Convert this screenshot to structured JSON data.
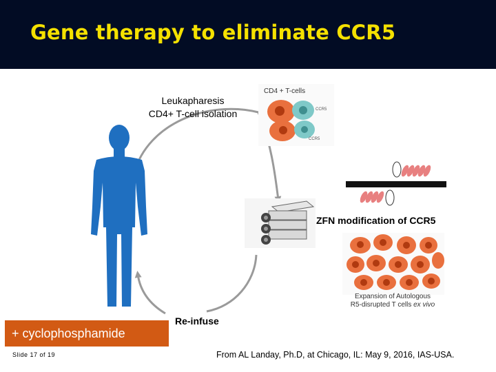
{
  "title": "Gene therapy to eliminate CCR5",
  "steps": {
    "leukapheresis_line1": "Leukapharesis",
    "leukapheresis_line2": "CD4+ T-cell isolation",
    "zfn": "ZFN modification of CCR5",
    "reinfuse": "Re-infuse"
  },
  "images": {
    "cd4_label": "CD4 + T-cells",
    "ccr5_small_1": "CCR5",
    "ccr5_small_2": "CCR5",
    "expansion_line1": "Expansion of Autologous",
    "expansion_line2_a": "R5-disrupted T cells ",
    "expansion_line2_b": "ex vivo"
  },
  "pretreatment": "+ cyclophosphamide",
  "slide_number": "Slide 17 of 19",
  "source": "From AL Landay, Ph.D, at Chicago, IL: May 9, 2016, IAS-USA.",
  "colors": {
    "header_bg": "#020c24",
    "title": "#f5e100",
    "cyclo_box": "#d25a14",
    "body_figure": "#1f6fc0",
    "cell_orange": "#e9703e",
    "cell_teal": "#7fc9c8",
    "arrow": "#9a9a9a"
  }
}
